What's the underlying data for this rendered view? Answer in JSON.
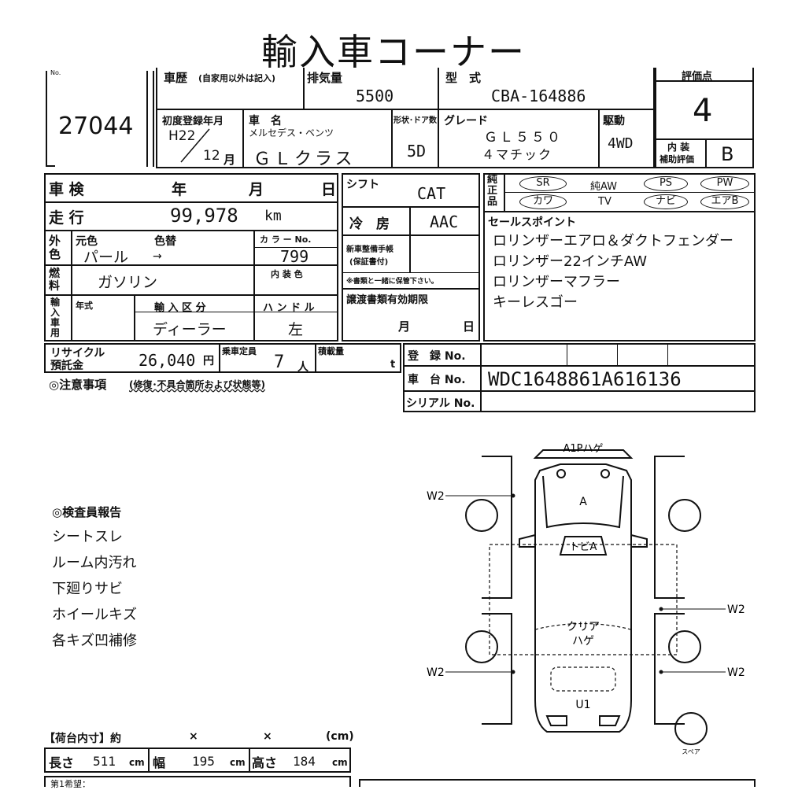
{
  "title": "輸入車コーナー",
  "header": {
    "no_label": "No.",
    "lot_no": "27044",
    "history_label": "車歴",
    "history_note": "(自家用以外は記入)",
    "displacement_label": "排気量",
    "displacement": "5500",
    "model_label": "型　式",
    "model_code": "CBA-164886",
    "score_label": "評価点",
    "score": "4",
    "first_reg_label": "初度登録年月",
    "first_reg_era": "H22",
    "first_reg_month": "12",
    "month_unit": "月",
    "car_name_label": "車　名",
    "maker": "メルセデス・ベンツ",
    "car_name": "ＧＬクラス",
    "doors_label": "形状･ドア数",
    "doors": "5D",
    "grade_label": "グレード",
    "grade_line1": "ＧＬ５５０",
    "grade_line2": "４マチック",
    "drive_label": "駆動",
    "drive": "4WD",
    "interior_label_1": "内 装",
    "interior_label_2": "補助評価",
    "interior_score": "B"
  },
  "spec": {
    "inspection_label": "車 検",
    "year_label": "年",
    "month_label": "月",
    "day_label": "日",
    "mileage_label": "走 行",
    "mileage": "99,978",
    "mileage_unit": "km",
    "exterior_label": "外色",
    "original_color_label": "元色",
    "repaint_label": "色替",
    "original_color": "パール",
    "repaint_arrow": "→",
    "color_no_label": "カ ラ ー No.",
    "color_no": "799",
    "interior_color_label": "内 装 色",
    "fuel_label": "燃料",
    "fuel": "ガソリン",
    "import_label": "輸入車用",
    "model_year_label": "年式",
    "import_type_label": "輸 入 区 分",
    "import_type": "ディーラー",
    "handle_label": "ハ ン ド ル",
    "handle": "左",
    "shift_label": "シフト",
    "shift": "CAT",
    "ac_label": "冷　房",
    "ac": "AAC",
    "manual_label_1": "新車整備手帳",
    "manual_label_2": "(保証書付)",
    "manual_note": "※書類と一緒に保管下さい。",
    "transfer_label": "譲渡書類有効期限",
    "transfer_month": "月",
    "transfer_day": "日",
    "recycle_label_1": "リサイクル",
    "recycle_label_2": "預託金",
    "recycle_fee": "26,040",
    "yen": "円",
    "capacity_label": "乗車定員",
    "capacity": "7",
    "person_unit": "人",
    "load_label": "積載量",
    "load_unit": "t",
    "notes_label": "◎注意事項",
    "notes_sub": "(修復･不具合箇所および状態等)"
  },
  "equipment": {
    "label": "純正品",
    "items": [
      "SR",
      "純AW",
      "PS",
      "PW",
      "カワ",
      "TV",
      "ナビ",
      "エアB"
    ]
  },
  "sales_points": {
    "label": "セールスポイント",
    "items": [
      "ロリンザーエアロ＆ダクトフェンダー",
      "ロリンザー22インチAW",
      "ロリンザーマフラー",
      "キーレスゴー"
    ]
  },
  "registration": {
    "reg_no_label": "登　録 No.",
    "chassis_label": "車　台 No.",
    "chassis_no": "WDC1648861A616136",
    "serial_label": "シリアル No."
  },
  "inspector_report": {
    "label": "◎検査員報告",
    "items": [
      "シートスレ",
      "ルーム内汚れ",
      "下廻りサビ",
      "ホイールキズ",
      "各キズ凹補修"
    ]
  },
  "diagram": {
    "top_mark": "A1Pハゲ",
    "hood": "A",
    "window": "トビA",
    "roof_1": "クリア",
    "roof_2": "ハゲ",
    "rear": "U1",
    "w_front_left": "W2",
    "w_rear_left": "W2",
    "w_mid_right": "W2",
    "w_rear_right": "W2",
    "spare": "スペア"
  },
  "cargo": {
    "label": "【荷台内寸】約",
    "x1": "×",
    "x2": "×",
    "unit": "(cm)",
    "length_label": "長さ",
    "length": "511",
    "width_label": "幅",
    "width": "195",
    "height_label": "高さ",
    "height": "184",
    "cm": "cm",
    "hope_label": "第1希望："
  }
}
